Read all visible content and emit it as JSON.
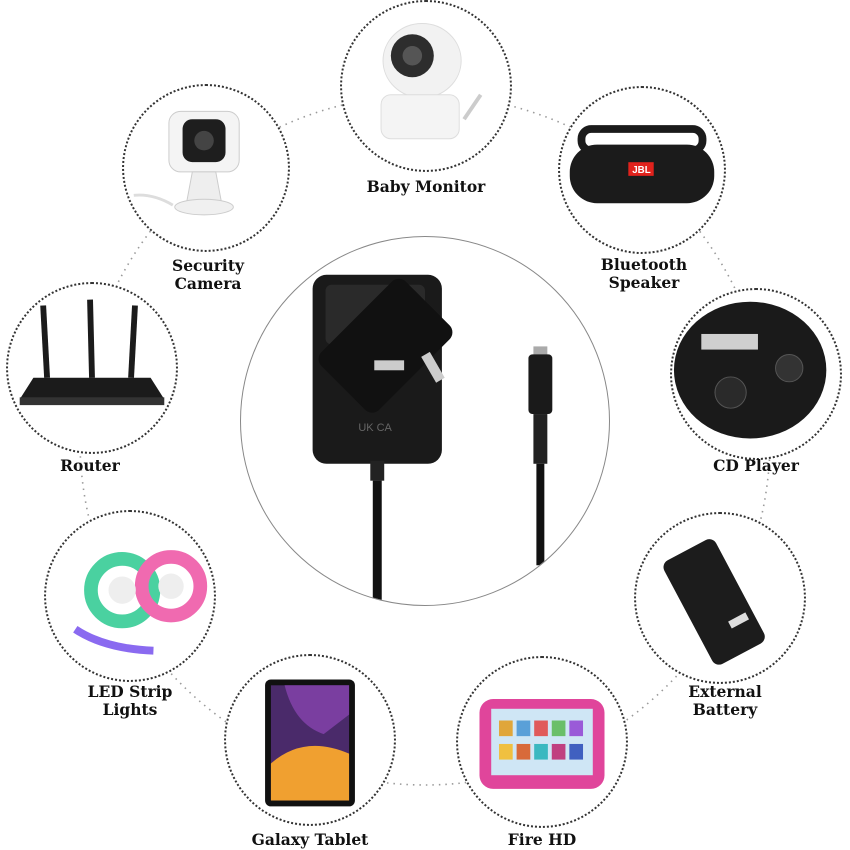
{
  "devices": [
    {
      "id": "baby-monitor",
      "label": "Baby Monitor",
      "icon": "baby-monitor-icon"
    },
    {
      "id": "bluetooth-speaker",
      "label": "Bluetooth\nSpeaker",
      "icon": "speaker-icon",
      "brand_text": "JBL"
    },
    {
      "id": "cd-player",
      "label": "CD Player",
      "icon": "cd-player-icon"
    },
    {
      "id": "external-battery",
      "label": "External\nBattery",
      "icon": "power-bank-icon"
    },
    {
      "id": "fire-hd",
      "label": "Fire HD",
      "icon": "tablet-kids-icon"
    },
    {
      "id": "galaxy-tablet",
      "label": "Galaxy Tablet",
      "icon": "tablet-icon"
    },
    {
      "id": "led-strip-lights",
      "label": "LED Strip\nLights",
      "icon": "led-strip-icon"
    },
    {
      "id": "router",
      "label": "Router",
      "icon": "router-icon"
    },
    {
      "id": "security-camera",
      "label": "Security\nCamera",
      "icon": "security-camera-icon"
    }
  ],
  "center": {
    "icon": "uk-plug-adapter-icon",
    "marking": "UK CA"
  },
  "colors": {
    "ring_dots": "#9a9a9a",
    "text": "#111111",
    "device_black": "#1b1b1b",
    "fire_pink": "#e0459b"
  }
}
